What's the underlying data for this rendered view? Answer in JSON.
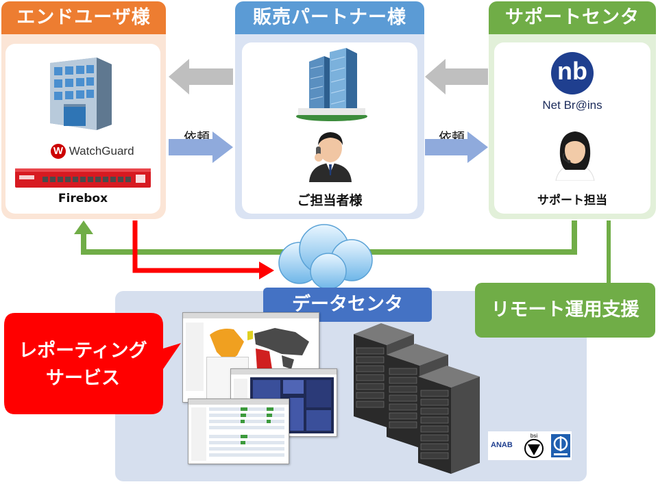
{
  "colors": {
    "end_user": "#ed7d31",
    "end_user_bg": "#fbe5d6",
    "partner": "#5b9bd5",
    "partner_bg": "#dae3f3",
    "support": "#70ad47",
    "support_bg": "#e2f0d9",
    "arrow_gray": "#bfbfbf",
    "arrow_blue": "#8faadc",
    "line_green": "#70ad47",
    "line_red": "#ff0000",
    "datacenter_header": "#4472c4",
    "datacenter_bg": "#d6dfee",
    "callout_red": "#ff0000",
    "callout_green": "#70ad47"
  },
  "columns": {
    "end_user": {
      "title": "エンドユーザ様",
      "brand": "WatchGuard",
      "device_label": "Firebox",
      "icons": [
        "office-building-icon",
        "watchguard-logo",
        "firebox-appliance"
      ]
    },
    "partner": {
      "title": "販売パートナー様",
      "person_label": "ご担当者様",
      "icons": [
        "skyscraper-icon",
        "businessman-on-phone"
      ]
    },
    "support": {
      "title": "サポートセンタ",
      "brand": "Net Br@ins",
      "logo_letters": "nb",
      "person_label": "サポート担当",
      "icons": [
        "netbrains-logo",
        "support-operator"
      ]
    }
  },
  "flows": {
    "request_label_1": "依頼",
    "request_label_2": "依頼"
  },
  "datacenter": {
    "title": "データセンタ"
  },
  "callouts": {
    "reporting_line1": "レポーティング",
    "reporting_line2": "サービス",
    "remote": "リモート運用支援"
  },
  "certs": {
    "anab": "ANAB",
    "bsi": "bsi"
  }
}
